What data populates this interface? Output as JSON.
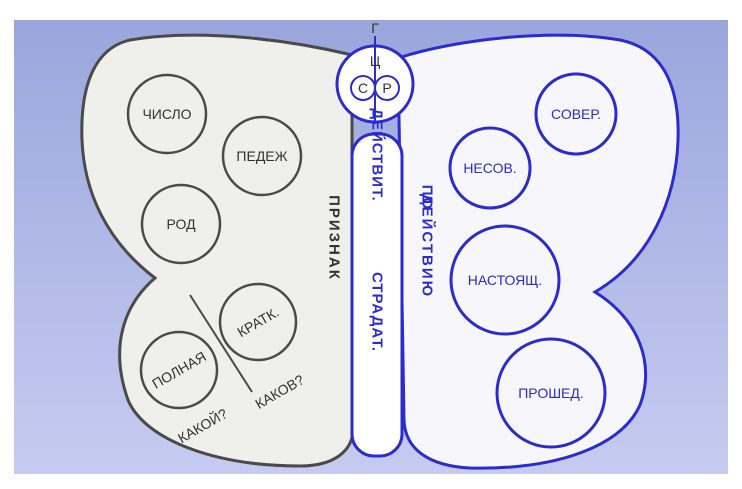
{
  "colors": {
    "background_top": "#9aa6dc",
    "background_bottom": "#c6cbf0",
    "page_white": "#ffffff",
    "left_wing_fill": "#efefec",
    "left_wing_stroke": "#4a4a4a",
    "right_wing_fill": "#f7f7fb",
    "blue": "#2b2bd0",
    "text_dark": "#333333"
  },
  "head": {
    "top_letter": "Г",
    "middle_letter": "Ц",
    "left_letter": "С",
    "right_letter": "Р"
  },
  "left_wing": {
    "circles": [
      "ЧИСЛО",
      "ПЕДЕЖ",
      "РОД",
      "КРАТК.",
      "ПОЛНАЯ"
    ],
    "questions": [
      "КАКОЙ?",
      "КАКОВ?"
    ],
    "vertical_label": "ПРИЗНАК"
  },
  "body": {
    "top_word": "ДЕЙСТВИТ.",
    "bottom_word": "СТРАДАТ."
  },
  "right_wing": {
    "circles": [
      "СОВЕР.",
      "НЕСОВ.",
      "НАСТОЯЩ.",
      "ПРОШЕД."
    ],
    "vertical_label_1": "ПО",
    "vertical_label_2": "ДЕЙСТВИЮ"
  }
}
